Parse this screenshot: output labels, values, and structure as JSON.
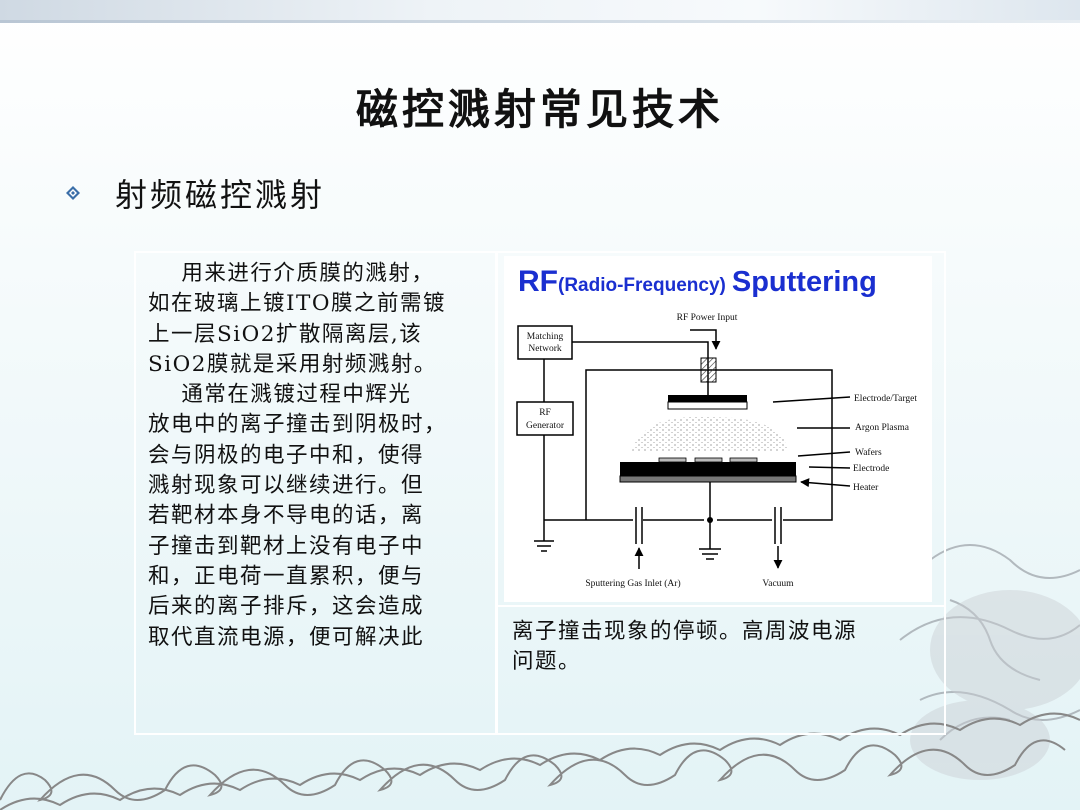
{
  "slide": {
    "title": "磁控溅射常见技术",
    "bullet": "射频磁控溅射",
    "left_text_lines": [
      "    用来进行介质膜的溅射，",
      "如在玻璃上镀ITO膜之前需镀",
      "上一层SiO2扩散隔离层,该",
      "SiO2膜就是采用射频溅射。",
      "    通常在溅镀过程中辉光",
      "放电中的离子撞击到阴极时，",
      "会与阴极的电子中和，使得",
      "溅射现象可以继续进行。但",
      "若靶材本身不导电的话，离",
      "子撞击到靶材上没有电子中",
      "和，正电荷一直累积，便与",
      "后来的离子排斥，这会造成",
      "取代直流电源，便可解决此"
    ],
    "right_text_lines": [
      "离子撞击现象的停顿。高周波电源",
      "问题。"
    ]
  },
  "diagram": {
    "title_rf": "RF",
    "title_paren": "(Radio-Frequency)",
    "title_sputtering": "Sputtering",
    "rf_power_input": "RF Power Input",
    "matching_1": "Matching",
    "matching_2": "Network",
    "rf_gen_1": "RF",
    "rf_gen_2": "Generator",
    "electrode_target": "Electrode/Target",
    "argon_plasma": "Argon Plasma",
    "wafers": "Wafers",
    "electrode": "Electrode",
    "heater": "Heater",
    "gas_inlet": "Sputtering Gas Inlet (Ar)",
    "vacuum": "Vacuum"
  },
  "colors": {
    "title_blue": "#1a2fd0",
    "bullet": "#3a6ea8"
  }
}
